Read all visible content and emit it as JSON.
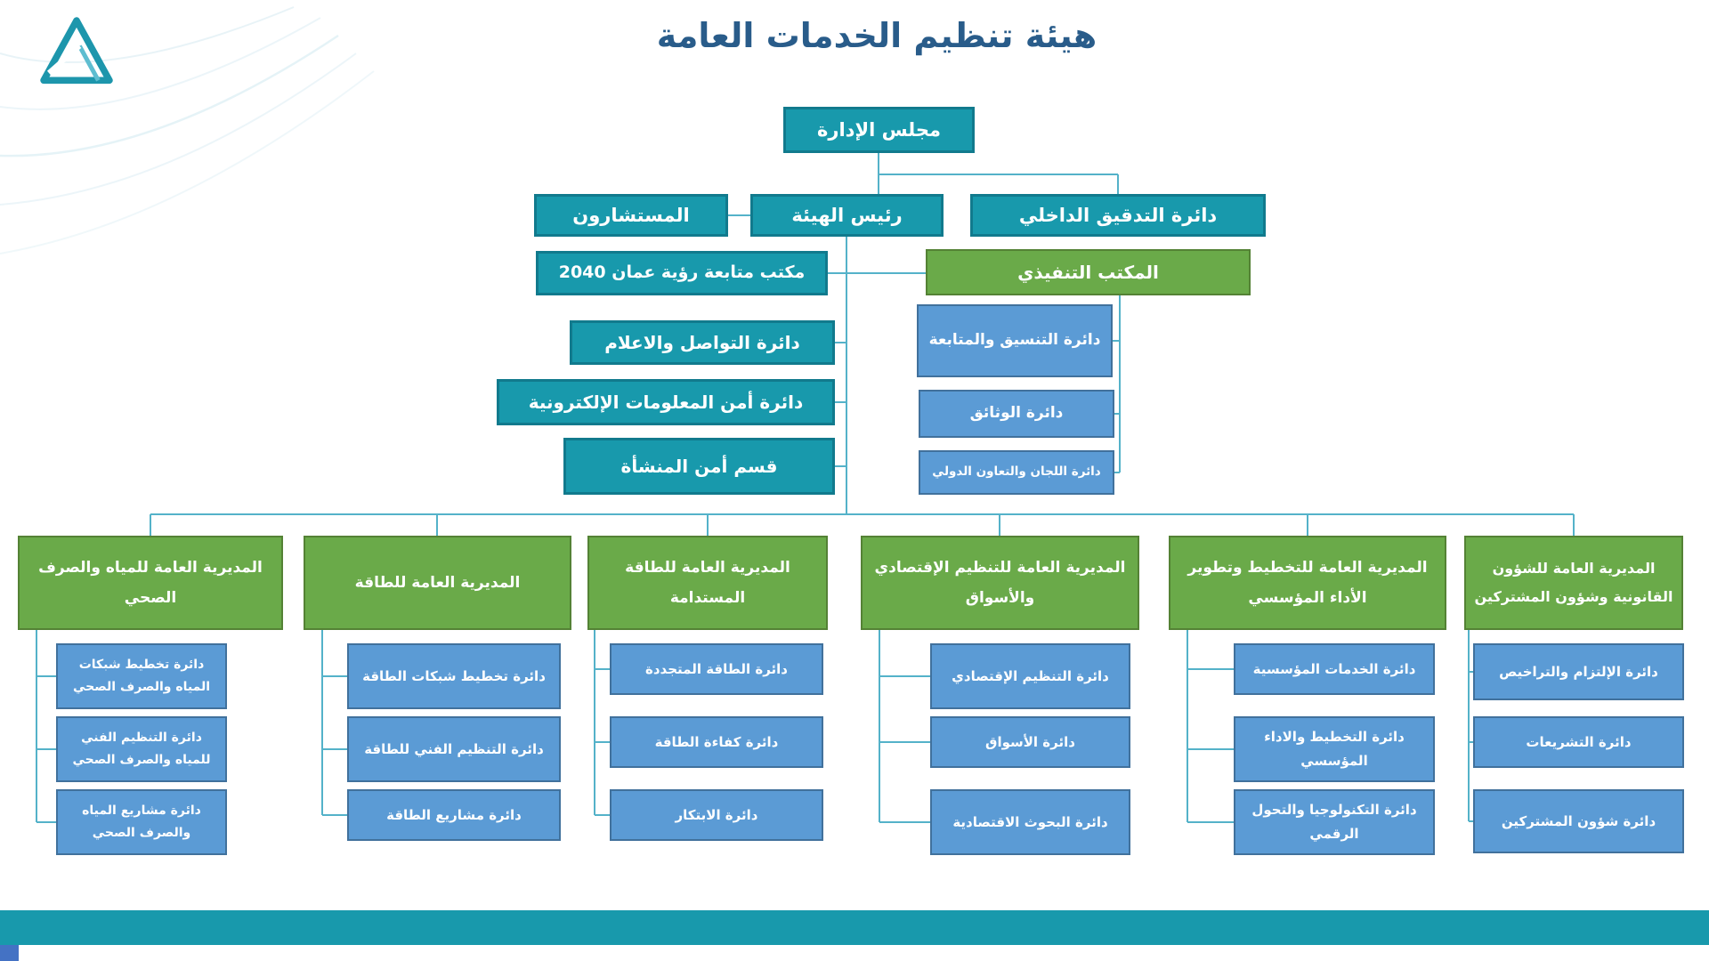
{
  "title": "هيئة تنظيم الخدمات العامة",
  "nodes": {
    "board": "مجلس الإدارة",
    "consultants": "المستشارون",
    "chairman": "رئيس الهيئة",
    "internal_audit": "دائرة التدقيق الداخلي",
    "vision_office": "مكتب متابعة رؤية عمان 2040",
    "executive_office": "المكتب التنفيذي",
    "exec_units": [
      "دائرة التنسيق والمتابعة",
      "دائرة الوثائق",
      "دائرة اللجان والتعاون الدولي"
    ],
    "chairman_units": [
      "دائرة التواصل والاعلام",
      "دائرة أمن المعلومات الإلكترونية",
      "قسم أمن المنشأة"
    ]
  },
  "directorates": [
    {
      "name": "المديرية العامة للمياه والصرف الصحي",
      "departments": [
        "دائرة تخطيط شبكات المياه والصرف الصحي",
        "دائرة التنظيم الفني للمياه والصرف الصحي",
        "دائرة مشاريع المياه والصرف الصحي"
      ]
    },
    {
      "name": "المديرية العامة للطاقة",
      "departments": [
        "دائرة تخطيط شبكات الطاقة",
        "دائرة التنظيم الفني للطاقة",
        "دائرة مشاريع الطاقة"
      ]
    },
    {
      "name": "المديرية العامة للطاقة المستدامة",
      "departments": [
        "دائرة الطاقة المتجددة",
        "دائرة كفاءة الطاقة",
        "دائرة الابتكار"
      ]
    },
    {
      "name": "المديرية العامة للتنظيم الإقتصادي والأسواق",
      "departments": [
        "دائرة التنظيم الإقتصادي",
        "دائرة الأسواق",
        "دائرة البحوث الاقتصادية"
      ]
    },
    {
      "name": "المديرية العامة للتخطيط وتطوير الأداء المؤسسي",
      "departments": [
        "دائرة الخدمات المؤسسية",
        "دائرة التخطيط والاداء المؤسسي",
        "دائرة التكنولوجيا والتحول الرقمي"
      ]
    },
    {
      "name": "المديرية العامة للشؤون القانونية وشؤون المشتركين",
      "departments": [
        "دائرة الإلتزام والتراخيص",
        "دائرة التشريعات",
        "دائرة شؤون المشتركين"
      ]
    }
  ],
  "colors": {
    "teal": "#1899AC",
    "teal_border": "#117A8D",
    "green": "#6AAA49",
    "green_border": "#548235",
    "blue": "#5B9BD5",
    "blue_border": "#41719C",
    "connector": "#54B2C9",
    "title_text": "#295C8A",
    "footer_band": "#1899AC",
    "footer_square": "#4472C4"
  }
}
